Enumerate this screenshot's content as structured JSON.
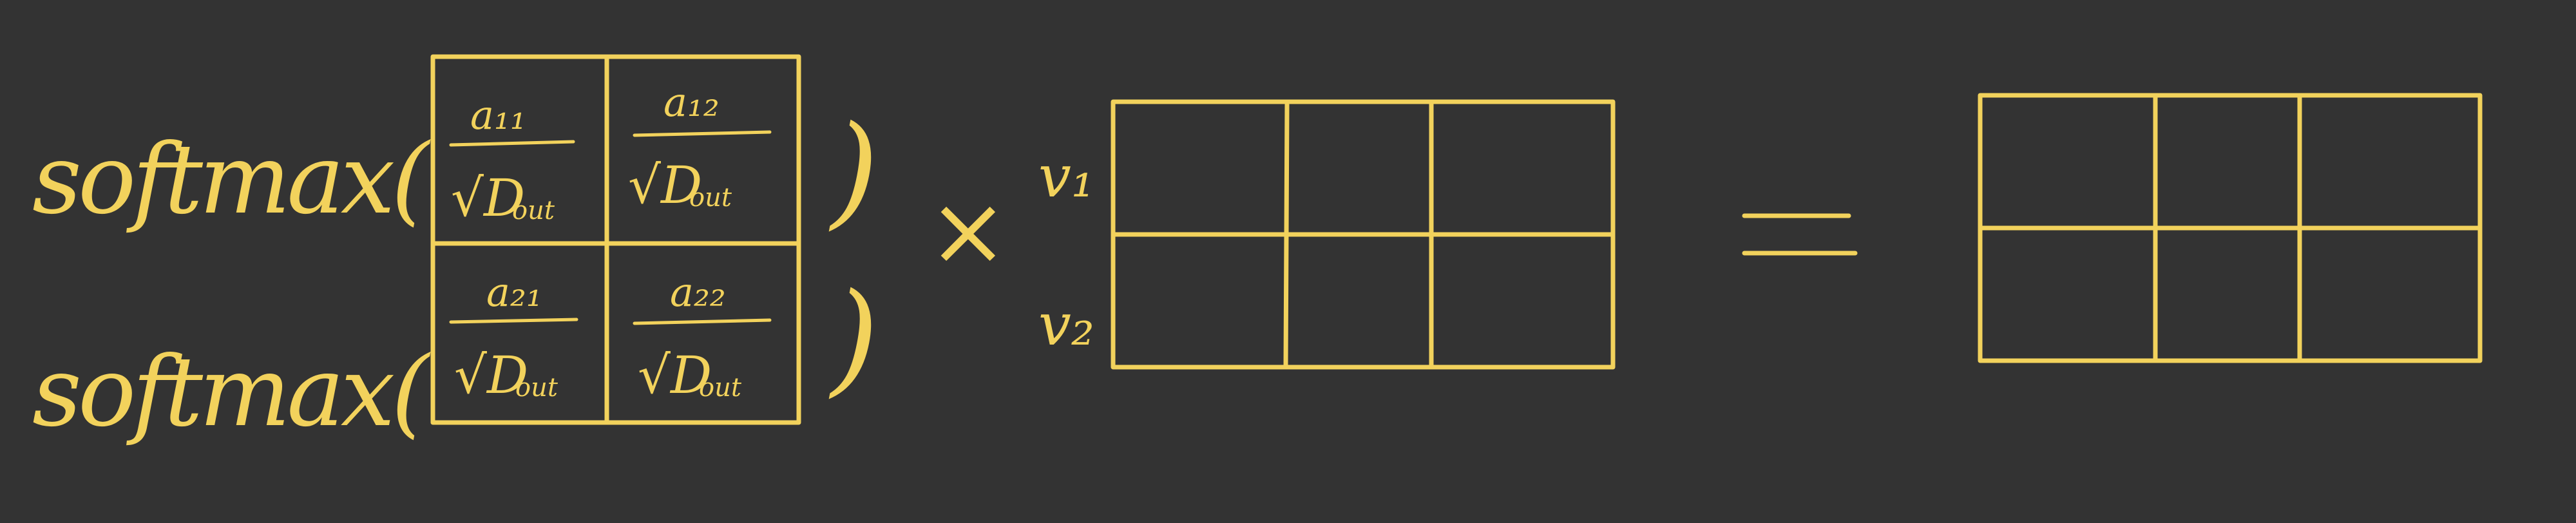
{
  "colors": {
    "background": "#333333",
    "ink": "#F2D25C"
  },
  "rows": [
    {
      "function_label": "softmax(",
      "close_paren": ")"
    },
    {
      "function_label": "softmax(",
      "close_paren": ")"
    }
  ],
  "score_matrix": {
    "cells": [
      {
        "numerator": "a₁₁",
        "denominator": "√D",
        "subscript": "out"
      },
      {
        "numerator": "a₁₂",
        "denominator": "√D",
        "subscript": "out"
      },
      {
        "numerator": "a₂₁",
        "denominator": "√D",
        "subscript": "out"
      },
      {
        "numerator": "a₂₂",
        "denominator": "√D",
        "subscript": "out"
      }
    ]
  },
  "operator_times": "×",
  "value_matrix": {
    "row_labels": [
      "v₁",
      "v₂"
    ],
    "rows": 2,
    "cols": 3
  },
  "operator_equals": "=",
  "result_matrix": {
    "rows": 2,
    "cols": 3
  }
}
